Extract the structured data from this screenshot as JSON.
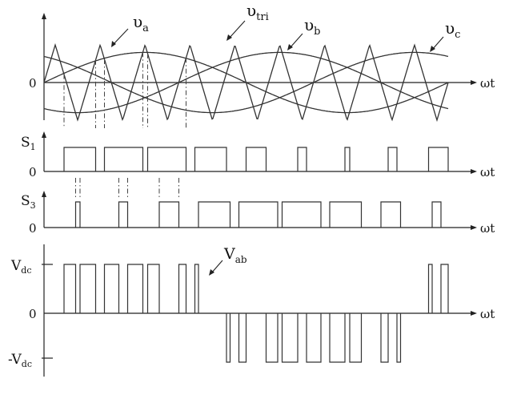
{
  "labels": {
    "va": "υ",
    "va_sub": "a",
    "vtri": "υ",
    "vtri_sub": "tri",
    "vb": "υ",
    "vb_sub": "b",
    "vc": "υ",
    "vc_sub": "c",
    "s1": "S",
    "s1_sub": "1",
    "s3": "S",
    "s3_sub": "3",
    "vab": "V",
    "vab_sub": "ab",
    "vdc": "V",
    "vdc_sub": "dc",
    "neg_vdc": "-V",
    "neg_vdc_sub": "dc",
    "zero": "0",
    "omega_t": "ωt"
  },
  "waveform": {
    "carrier_cycles": 9,
    "carrier_amplitude": 1.0,
    "modulation_index": 0.8,
    "phase_shift_deg": 120
  }
}
